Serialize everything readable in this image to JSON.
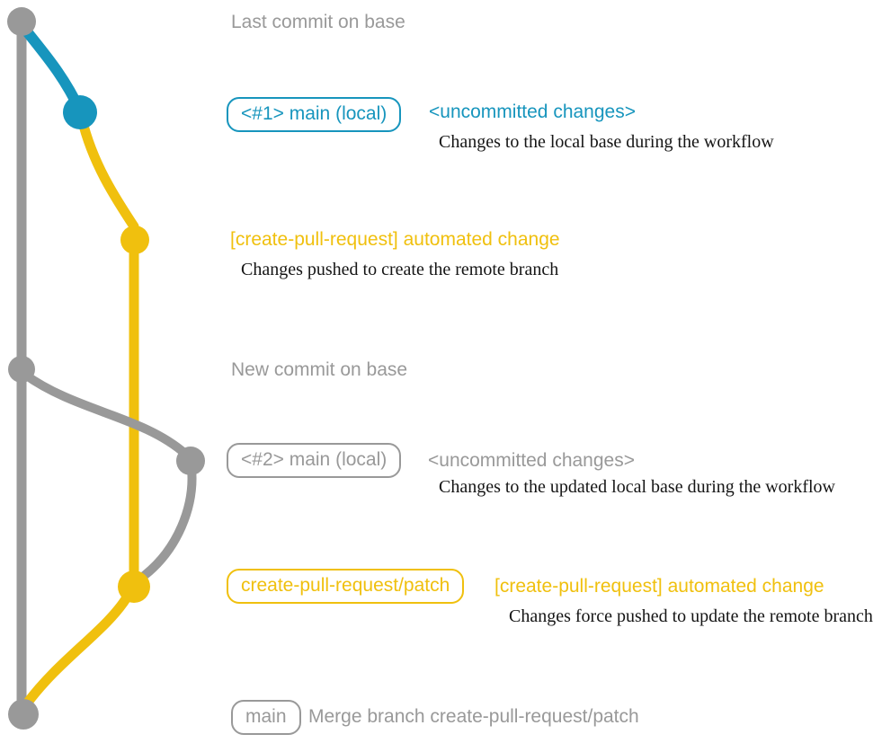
{
  "colors": {
    "gray": "#999999",
    "blue": "#1795BD",
    "yellow": "#F0C00E",
    "ink": "#151515"
  },
  "labels": {
    "last_commit": "Last commit on base",
    "new_commit": "New commit on base"
  },
  "annotations": {
    "local1": {
      "badge": "<#1> main (local)",
      "title": "<uncommitted changes>",
      "desc": "Changes to the local base during the workflow"
    },
    "automated1": {
      "title": "[create-pull-request] automated change",
      "desc": "Changes pushed to create the remote branch"
    },
    "local2": {
      "badge": "<#2> main (local)",
      "title": "<uncommitted changes>",
      "desc": "Changes to the updated local base during the workflow"
    },
    "automated2": {
      "badge": "create-pull-request/patch",
      "title": "[create-pull-request] automated change",
      "desc": "Changes force pushed to update the remote branch"
    },
    "merge": {
      "badge": "main",
      "title": "Merge branch create-pull-request/patch"
    }
  },
  "graph": {
    "lanes": [
      {
        "name": "base-branch",
        "color": "gray"
      },
      {
        "name": "local-main",
        "color": "blue"
      },
      {
        "name": "create-pull-request-patch",
        "color": "yellow"
      }
    ],
    "commits": [
      {
        "name": "last-commit-on-base",
        "color": "gray"
      },
      {
        "name": "local-uncommitted-1",
        "color": "blue"
      },
      {
        "name": "automated-change-1",
        "color": "yellow"
      },
      {
        "name": "new-commit-on-base",
        "color": "gray"
      },
      {
        "name": "local-uncommitted-2",
        "color": "gray"
      },
      {
        "name": "automated-change-2",
        "color": "yellow"
      },
      {
        "name": "merge-commit",
        "color": "gray"
      }
    ]
  }
}
